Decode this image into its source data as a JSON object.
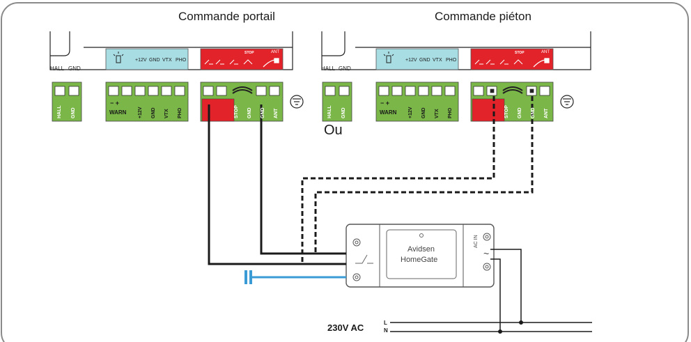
{
  "labels": {
    "left_title": "Commande portail",
    "right_title": "Commande piéton",
    "or_text": "Ou",
    "ac_supply": "230V AC",
    "lead_l": "L",
    "lead_n": "N"
  },
  "device": {
    "line1": "Avidsen",
    "line2": "HomeGate",
    "ac_in": "AC IN",
    "ac_symbol": "~"
  },
  "left_board": {
    "hall_terminals": [
      "HALL",
      "GND"
    ],
    "hall_top_labels": [
      "HALL",
      "GND"
    ],
    "io_header": [
      "+12V",
      "GND",
      "VTX",
      "PHO"
    ],
    "io_terminals": [
      "WARN",
      "+12V",
      "GND",
      "VTX",
      "PHO"
    ],
    "warn_signs": "− +",
    "ctrl_terminals": [
      "",
      "",
      "STOP",
      "GND",
      "GND",
      "ANT"
    ],
    "ctrl_header": [
      "STOP",
      "ANT"
    ]
  },
  "right_board": {
    "hall_terminals": [
      "HALL",
      "GND"
    ],
    "hall_top_labels": [
      "HALL",
      "GND"
    ],
    "io_header": [
      "+12V",
      "GND",
      "VTX",
      "PHO"
    ],
    "io_terminals": [
      "WARN",
      "+12V",
      "GND",
      "VTX",
      "PHO"
    ],
    "warn_signs": "− +",
    "ctrl_terminals": [
      "",
      "",
      "STOP",
      "GND",
      "GND",
      "ANT"
    ],
    "ctrl_header": [
      "STOP",
      "ANT"
    ]
  },
  "colors": {
    "green": "#7ab648",
    "cyan": "#a8dde4",
    "red": "#e2232a",
    "blue_wire": "#3a9bd5",
    "frame": "#8a8a8a",
    "wire": "#1a1a1a"
  }
}
